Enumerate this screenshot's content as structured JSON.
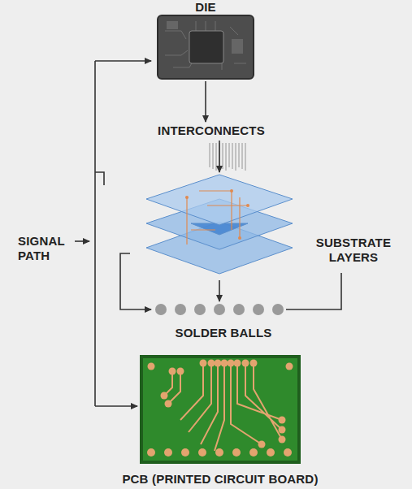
{
  "diagram": {
    "nodes": [
      {
        "text": [
          "DIE"
        ]
      },
      {
        "text": [
          "INTERCONNECTS"
        ]
      },
      {
        "text": [
          "SUBSTRATE LAYERS"
        ]
      },
      {
        "text": [
          "SOLDER BALLS"
        ]
      },
      {
        "text": [
          "PCB (PRINTED CIRCUIT BOARD)"
        ]
      }
    ],
    "edges": [
      {
        "from": 0,
        "to": 1,
        "arrow": "to"
      },
      {
        "from": 1,
        "to": 2,
        "arrow": "to"
      },
      {
        "from": 2,
        "to": 3,
        "arrow": "to"
      }
    ],
    "labels": [
      "SIGNAL PATH"
    ]
  }
}
